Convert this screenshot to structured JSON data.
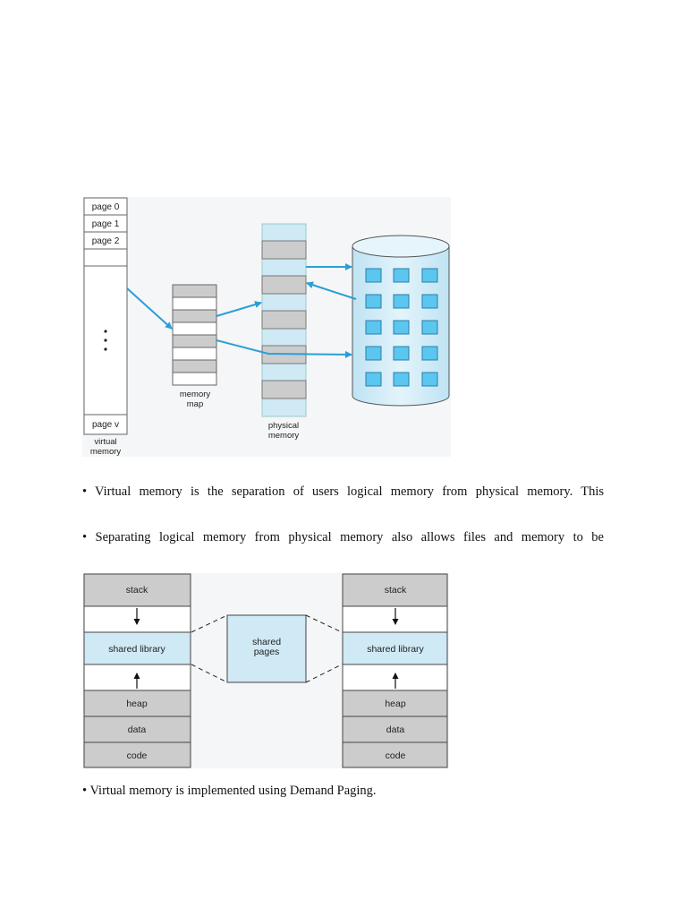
{
  "figure1": {
    "virtual_pages": [
      "page 0",
      "page 1",
      "page 2"
    ],
    "last_page": "page v",
    "ellipsis_dots": 3,
    "label_virtual_memory": [
      "virtual",
      "memory"
    ],
    "label_memory_map": [
      "memory",
      "map"
    ],
    "label_physical_memory": [
      "physical",
      "memory"
    ],
    "disk_block_rows": 5,
    "disk_block_cols": 3,
    "colors": {
      "light_blue": "#cfe9f5",
      "block_blue": "#5bc6ef",
      "gray": "#cccccc",
      "arrow": "#2a9fd6"
    }
  },
  "bullets": [
    "• Virtual memory is the separation of users logical memory from physical memory. This",
    "• Separating logical memory from physical memory also allows files and memory to be",
    "• Virtual memory is implemented using Demand Paging."
  ],
  "figure2": {
    "left_segments": [
      "stack",
      "shared library",
      "heap",
      "data",
      "code"
    ],
    "right_segments": [
      "stack",
      "shared library",
      "heap",
      "data",
      "code"
    ],
    "shared_label": [
      "shared",
      "pages"
    ]
  }
}
